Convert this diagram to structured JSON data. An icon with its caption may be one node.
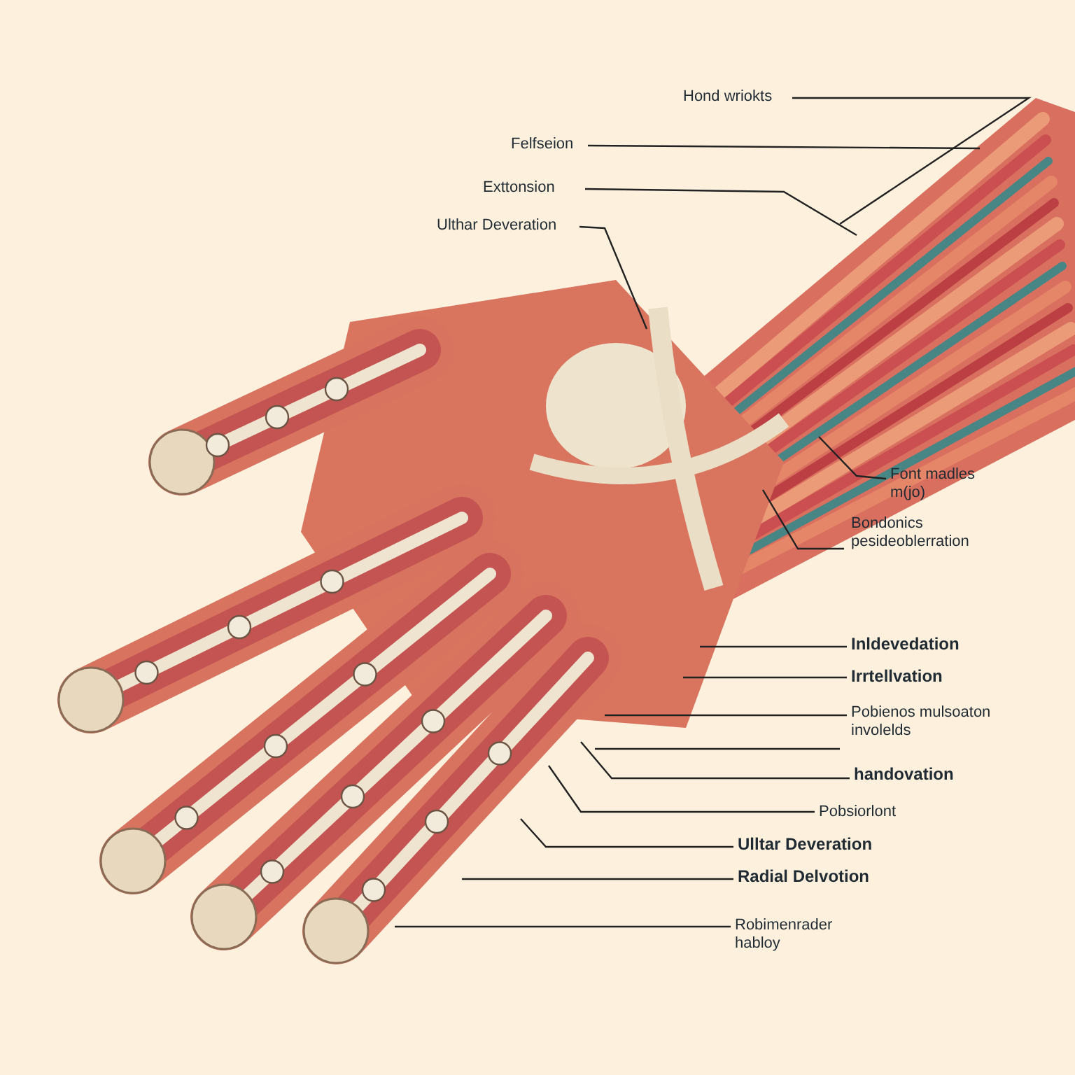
{
  "diagram": {
    "nodes": [
      {
        "text": [
          "Hond wriokts"
        ]
      },
      {
        "text": [
          "Felfseion"
        ]
      },
      {
        "text": [
          "Exttonsion"
        ]
      },
      {
        "text": [
          "Ulthar Deveration"
        ]
      },
      {
        "text": [
          "Font madles m(jo)"
        ]
      },
      {
        "text": [
          "Bondonics pesideoblerration"
        ]
      },
      {
        "text": [
          "Inldevedation"
        ]
      },
      {
        "text": [
          "Irrtellvation"
        ]
      },
      {
        "text": [
          "Pobienos mulsoaton involelds"
        ]
      },
      {
        "text": [
          "handovation"
        ]
      },
      {
        "text": [
          "Pobsiorlont"
        ]
      },
      {
        "text": [
          "Ulltar Deveration"
        ]
      },
      {
        "text": [
          "Radial Delvotion"
        ]
      },
      {
        "text": [
          "Robimenrader habloy"
        ]
      }
    ],
    "edges": [
      {
        "from": 0,
        "to": null,
        "arrow": "none"
      },
      {
        "from": 1,
        "to": null,
        "arrow": "none"
      },
      {
        "from": 2,
        "to": null,
        "arrow": "none"
      },
      {
        "from": 3,
        "to": null,
        "arrow": "none"
      },
      {
        "from": 4,
        "to": null,
        "arrow": "none"
      },
      {
        "from": 5,
        "to": null,
        "arrow": "none"
      },
      {
        "from": 6,
        "to": null,
        "arrow": "none"
      },
      {
        "from": 7,
        "to": null,
        "arrow": "none"
      },
      {
        "from": 8,
        "to": null,
        "arrow": "none"
      },
      {
        "from": 8,
        "to": null,
        "arrow": "none"
      },
      {
        "from": 9,
        "to": null,
        "arrow": "none"
      },
      {
        "from": 10,
        "to": null,
        "arrow": "none"
      },
      {
        "from": 11,
        "to": null,
        "arrow": "none"
      },
      {
        "from": 12,
        "to": null,
        "arrow": "none"
      },
      {
        "from": 13,
        "to": null,
        "arrow": "none"
      }
    ]
  }
}
